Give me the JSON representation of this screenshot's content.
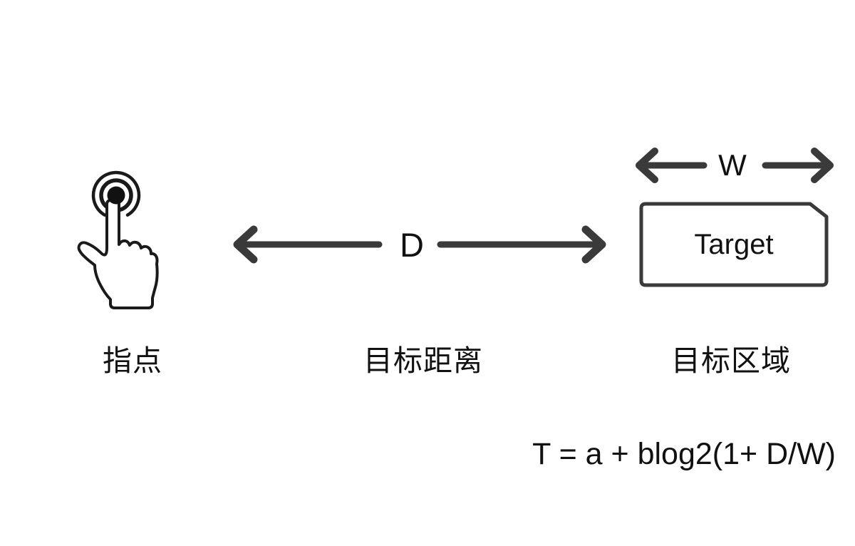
{
  "diagram": {
    "pointer": {
      "icon": "tap-gesture-icon",
      "label": "指点"
    },
    "distance": {
      "symbol": "D",
      "label": "目标距离"
    },
    "target": {
      "width_symbol": "W",
      "box_label": "Target",
      "label": "目标区域"
    },
    "formula": "T = a + blog2(1+ D/W)"
  },
  "colors": {
    "background": "#ffffff",
    "stroke": "#3a3a3a",
    "ink": "#111111"
  }
}
